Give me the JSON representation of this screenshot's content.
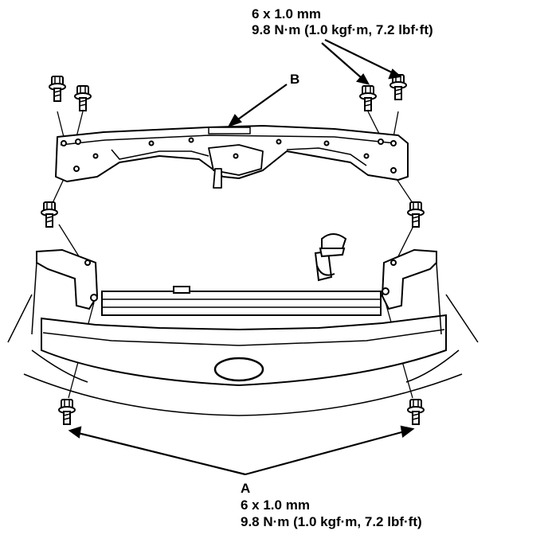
{
  "top_callout": {
    "size": "6 x 1.0 mm",
    "torque": "9.8 N·m (1.0 kgf·m, 7.2 lbf·ft)"
  },
  "callout_b": {
    "letter": "B"
  },
  "bottom_callout": {
    "letter": "A",
    "size": "6 x 1.0 mm",
    "torque": "9.8 N·m (1.0 kgf·m, 7.2 lbf·ft)"
  }
}
